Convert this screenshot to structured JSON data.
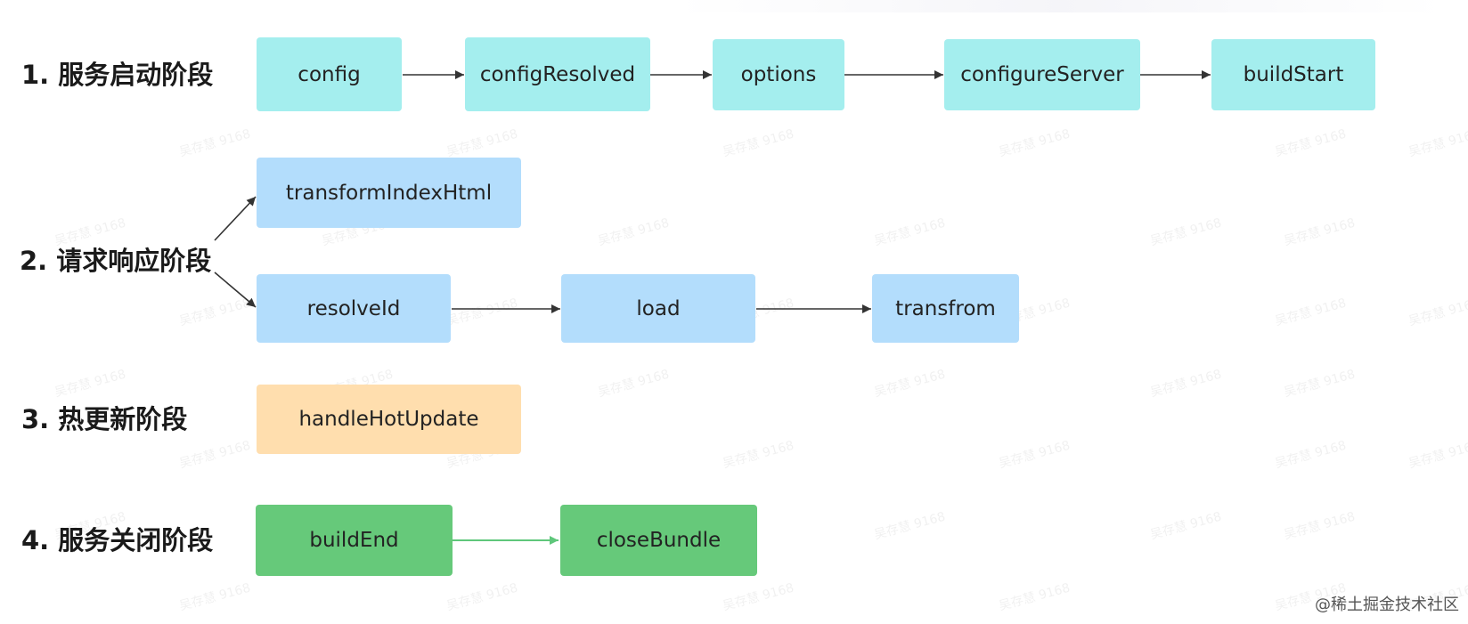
{
  "colors": {
    "cyan": "#a4eeee",
    "blue": "#b3ddfc",
    "orange": "#ffdeae",
    "green": "#66c97a",
    "arrow": "#333333",
    "green_arrow": "#5fc77b"
  },
  "watermark_text": "吴存慧 9168",
  "stages": [
    {
      "label": "1. 服务启动阶段",
      "nodes": [
        "config",
        "configResolved",
        "options",
        "configureServer",
        "buildStart"
      ]
    },
    {
      "label": "2. 请求响应阶段",
      "branch_a": [
        "transformIndexHtml"
      ],
      "branch_b": [
        "resolveId",
        "load",
        "transfrom"
      ]
    },
    {
      "label": "3. 热更新阶段",
      "nodes": [
        "handleHotUpdate"
      ]
    },
    {
      "label": "4. 服务关闭阶段",
      "nodes": [
        "buildEnd",
        "closeBundle"
      ]
    }
  ],
  "brand": "@稀土掘金技术社区"
}
